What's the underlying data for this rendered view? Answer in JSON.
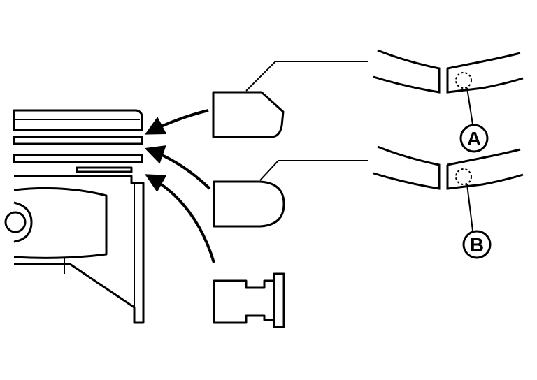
{
  "diagram": {
    "callouts": [
      {
        "id": "A",
        "label": "A"
      },
      {
        "id": "B",
        "label": "B"
      }
    ],
    "line_color": "#000000",
    "background": "#ffffff"
  }
}
